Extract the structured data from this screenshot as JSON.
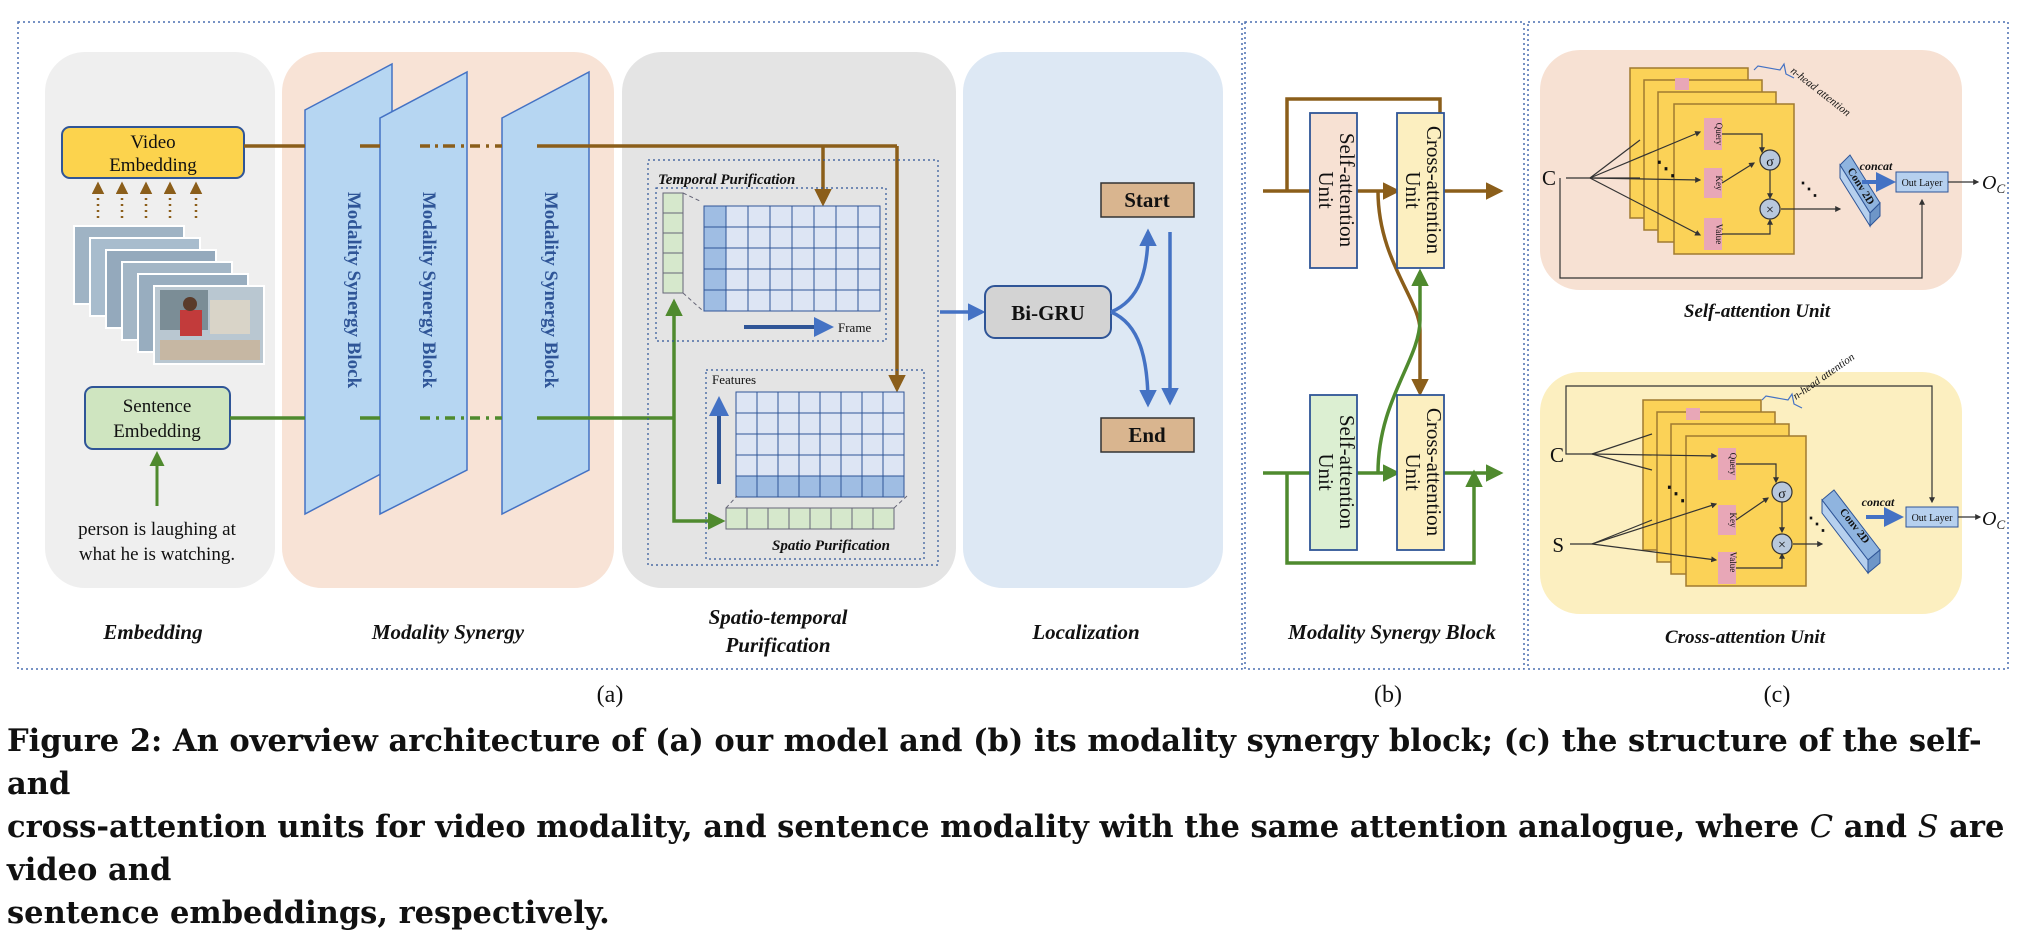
{
  "panel_a": {
    "stages": {
      "embedding": "Embedding",
      "synergy": "Modality Synergy",
      "purification_line1": "Spatio-temporal",
      "purification_line2": "Purification",
      "localization": "Localization"
    },
    "video_embedding_line1": "Video",
    "video_embedding_line2": "Embedding",
    "sentence_embedding_line1": "Sentence",
    "sentence_embedding_line2": "Embedding",
    "sentence_line1": "person is laughing at",
    "sentence_line2": "what he is watching.",
    "synergy_block": "Modality Synergy  Block",
    "temporal_purification": "Temporal  Purification",
    "frame": "Frame",
    "features": "Features",
    "spatio_purification": "Spatio  Purification",
    "bigru": "Bi-GRU",
    "start": "Start",
    "end": "End",
    "label": "(a)"
  },
  "panel_b": {
    "self_attention_line1": "Self-attention",
    "self_attention_line2": "Unit",
    "cross_attention_line1": "Cross-attention",
    "cross_attention_line2": "Unit",
    "title": "Modality Synergy Block",
    "label": "(b)"
  },
  "panel_c": {
    "c_input": "C",
    "s_input": "S",
    "query": "Query",
    "key": "Key",
    "value": "Value",
    "sigma": "σ",
    "times": "×",
    "conv2d": "Conv 2D",
    "concat": "concat",
    "out_layer": "Out Layer",
    "output": "O",
    "output_sub": "C",
    "nhead": "n-head attention",
    "self_title": "Self-attention Unit",
    "cross_title": "Cross-attention Unit",
    "label": "(c)"
  },
  "caption": {
    "line1": "Figure 2: An overview architecture of (a) our model and (b) its modality synergy block; (c) the structure of the self- and",
    "line2_before_c": "cross-attention units for video modality, and sentence modality with the same attention analogue, where ",
    "c_var": "C",
    "line2_and": " and ",
    "s_var": "S",
    "line2_after_s": " are video and",
    "line3": "sentence embeddings, respectively."
  },
  "colors": {
    "video_path": "#8b5e1a",
    "sentence_path": "#4f8a2e",
    "blue_arrow": "#4472c4",
    "embedding_bg": "#efefef",
    "synergy_bg": "#f8e3d6",
    "purification_bg": "#e4e4e4",
    "localization_bg": "#dde8f4",
    "block_fill": "#b6d6f2",
    "self_attention_bg": "#f7e1d3",
    "cross_attention_bg": "#fcefc0"
  }
}
